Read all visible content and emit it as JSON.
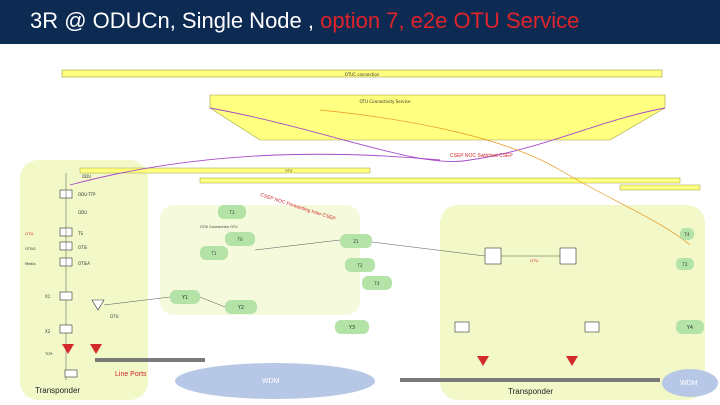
{
  "title": {
    "prefix": "3R @ ODUCn, Single Node , ",
    "highlight": "option 7, e2e OTU Service"
  },
  "bars": {
    "top_service": "OTUC connection",
    "otu_connectivity": "OTU Connectivity Service",
    "odu_sub": "OTU"
  },
  "labels": {
    "cseps": "CSEP NOC Switched CSEP",
    "forwarding": "CSEP NOC Forwarding Inter CSEP",
    "odu_top": "ODU",
    "odu_term": "ODU-TTP",
    "otsi": "OTSi",
    "otsi_conn": "OTSi Connection OTU",
    "ts": "TS",
    "t1": "T1",
    "t2": "T2",
    "t3": "T3",
    "t4": "T4",
    "x1": "X1",
    "x2": "X2",
    "y1": "Y1",
    "y2": "Y2",
    "y3": "Y3",
    "y4": "Y4",
    "z1": "Z1",
    "otsig": "OTSiG",
    "otsia": "OTSiA",
    "media": "Media",
    "otu": "OTU",
    "tcm": "TCM",
    "transponder_left": "Transponder",
    "transponder_right": "Transponder",
    "line_ports": "Line\nPorts",
    "wdm_center": "WDM",
    "wdm_right": "WDM"
  },
  "colors": {
    "title_bg": "#0c2a52",
    "highlight": "#e0242b",
    "yellow_bar": "#ffff80",
    "green_region": "#f2f8c8",
    "node_fill": "#b4e3a8",
    "link_purple": "#a64cc9",
    "link_orange": "#e8951c",
    "cloud": "#b7c8e6",
    "accent_red": "#d22a2a"
  }
}
